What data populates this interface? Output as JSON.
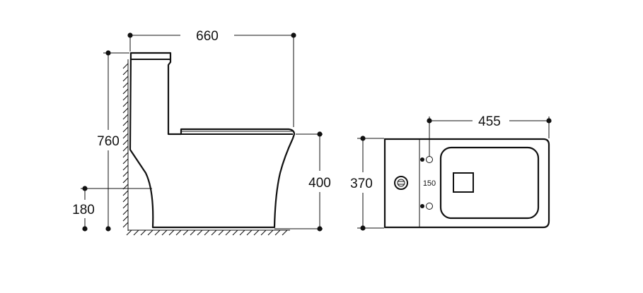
{
  "side_view": {
    "overall_length": "660",
    "overall_height": "760",
    "seat_height": "400",
    "outlet_height": "180"
  },
  "top_view": {
    "length": "455",
    "width": "370",
    "hole_spacing": "150"
  }
}
